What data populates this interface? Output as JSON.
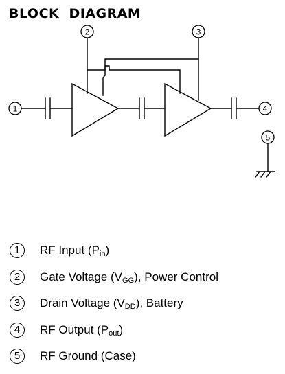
{
  "title": "BLOCK  DIAGRAM",
  "pins": [
    {
      "id": "1",
      "label": "1"
    },
    {
      "id": "2",
      "label": "2"
    },
    {
      "id": "3",
      "label": "3"
    },
    {
      "id": "4",
      "label": "4"
    },
    {
      "id": "5",
      "label": "5"
    }
  ],
  "legend": [
    {
      "num": "1",
      "text": "RF Input (P",
      "sub": "in",
      "suffix": ")"
    },
    {
      "num": "2",
      "text": "Gate Voltage (V",
      "sub": "GG",
      "suffix": "), Power Control"
    },
    {
      "num": "3",
      "text": "Drain Voltage (V",
      "sub": "DD",
      "suffix": "), Battery"
    },
    {
      "num": "4",
      "text": "RF Output (P",
      "sub": "out",
      "suffix": ")"
    },
    {
      "num": "5",
      "text": "RF Ground (Case)",
      "sub": "",
      "suffix": ""
    }
  ]
}
